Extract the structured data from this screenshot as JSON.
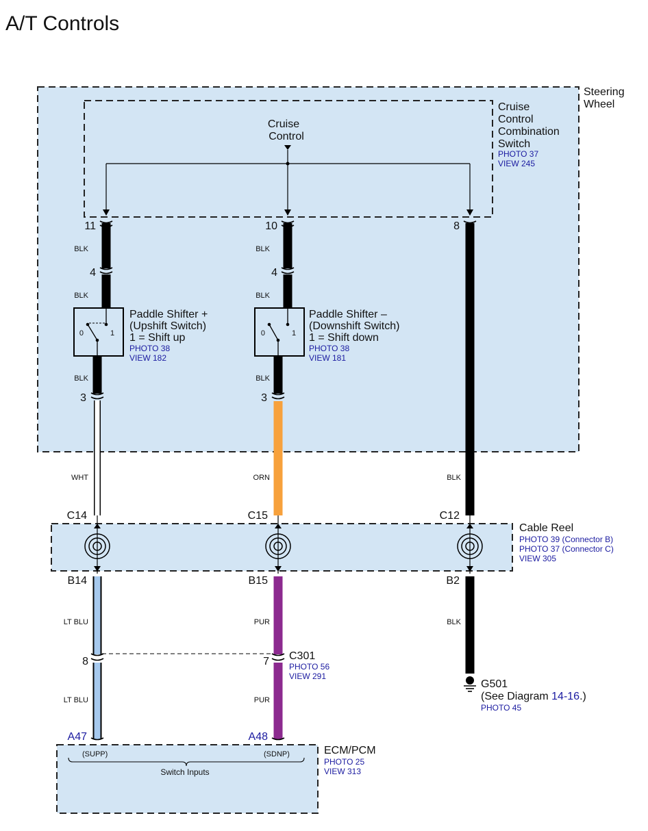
{
  "title": "A/T Controls",
  "steering_wheel": {
    "line1": "Steering",
    "line2": "Wheel"
  },
  "cruise_switch": {
    "name_lines": [
      "Cruise",
      "Control",
      "Combination",
      "Switch"
    ],
    "photo": "PHOTO 37",
    "view": "VIEW 245",
    "internal_label_lines": [
      "Cruise",
      "Control"
    ],
    "pins": {
      "left": "11",
      "middle": "10",
      "right": "8"
    }
  },
  "paddle_plus": {
    "name_lines": [
      "Paddle Shifter +",
      "(Upshift Switch)",
      "1 = Shift up"
    ],
    "photo": "PHOTO 38",
    "view": "VIEW 182",
    "top_pin": "4",
    "bottom_pin": "3",
    "pos0": "0",
    "pos1": "1"
  },
  "paddle_minus": {
    "name_lines": [
      "Paddle Shifter –",
      "(Downshift Switch)",
      "1 = Shift down"
    ],
    "photo": "PHOTO 38",
    "view": "VIEW 181",
    "top_pin": "4",
    "bottom_pin": "3",
    "pos0": "0",
    "pos1": "1"
  },
  "wires": {
    "left_top": "BLK",
    "left_mid": "BLK",
    "left_low": "BLK",
    "left_out": "WHT",
    "mid_top": "BLK",
    "mid_mid": "BLK",
    "mid_low": "BLK",
    "mid_out": "ORN",
    "right_out": "BLK",
    "left_reel_out": "LT BLU",
    "left_ecm": "LT BLU",
    "mid_reel_out": "PUR",
    "mid_ecm": "PUR",
    "right_reel_out": "BLK"
  },
  "cable_reel": {
    "name": "Cable Reel",
    "photo_b": "PHOTO 39 (Connector B)",
    "photo_c": "PHOTO 37 (Connector C)",
    "view": "VIEW 305",
    "top_pins": {
      "left": "C14",
      "middle": "C15",
      "right": "C12"
    },
    "bottom_pins": {
      "left": "B14",
      "middle": "B15",
      "right": "B2"
    }
  },
  "c301": {
    "name": "C301",
    "photo": "PHOTO 56",
    "view": "VIEW 291",
    "pin_left": "8",
    "pin_right": "7"
  },
  "ground": {
    "name": "G501",
    "see_prefix": "(See Diagram ",
    "diagram_ref": "14-16",
    "see_suffix": ".)",
    "photo": "PHOTO 45"
  },
  "ecm": {
    "name": "ECM/PCM",
    "photo": "PHOTO 25",
    "view": "VIEW 313",
    "pin_left": "A47",
    "pin_right": "A48",
    "signal_left": "(SUPP)",
    "signal_right": "(SDNP)",
    "group_label": "Switch Inputs"
  },
  "colors": {
    "box_fill": "#d3e5f4",
    "wire_black": "#000000",
    "wire_orange": "#f7a13c",
    "wire_ltblue": "#a6c9ee",
    "wire_purple": "#8c2a8f",
    "link_blue": "#1a1aa0"
  }
}
